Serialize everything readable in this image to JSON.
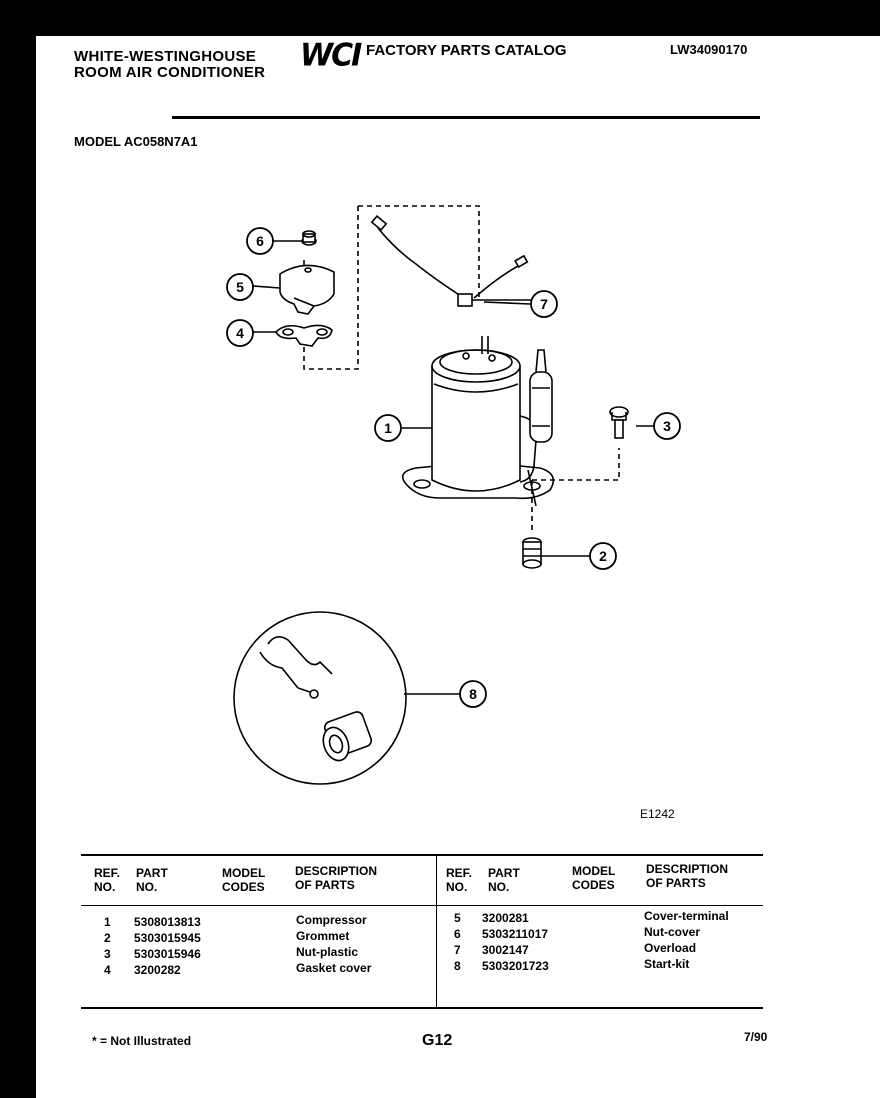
{
  "header": {
    "brand_line1": "WHITE-WESTINGHOUSE",
    "brand_line2": "ROOM AIR CONDITIONER",
    "logo": "WCI",
    "catalog_title": "FACTORY PARTS CATALOG",
    "catalog_code": "LW34090170"
  },
  "model": "MODEL AC058N7A1",
  "figure": {
    "id": "E1242",
    "callouts": [
      "1",
      "2",
      "3",
      "4",
      "5",
      "6",
      "7",
      "8"
    ]
  },
  "table": {
    "headers": {
      "ref": "REF.\nNO.",
      "part": "PART\nNO.",
      "codes": "MODEL\nCODES",
      "desc": "DESCRIPTION\nOF PARTS"
    },
    "left_rows": [
      {
        "ref": "1",
        "part": "5308013813",
        "codes": "",
        "desc": "Compressor"
      },
      {
        "ref": "2",
        "part": "5303015945",
        "codes": "",
        "desc": "Grommet"
      },
      {
        "ref": "3",
        "part": "5303015946",
        "codes": "",
        "desc": "Nut-plastic"
      },
      {
        "ref": "4",
        "part": "3200282",
        "codes": "",
        "desc": "Gasket cover"
      }
    ],
    "right_rows": [
      {
        "ref": "5",
        "part": "3200281",
        "codes": "",
        "desc": "Cover-terminal"
      },
      {
        "ref": "6",
        "part": "5303211017",
        "codes": "",
        "desc": "Nut-cover"
      },
      {
        "ref": "7",
        "part": "3002147",
        "codes": "",
        "desc": "Overload"
      },
      {
        "ref": "8",
        "part": "5303201723",
        "codes": "",
        "desc": "Start-kit"
      }
    ]
  },
  "footer": {
    "note": "* = Not Illustrated",
    "page": "G12",
    "date": "7/90"
  }
}
